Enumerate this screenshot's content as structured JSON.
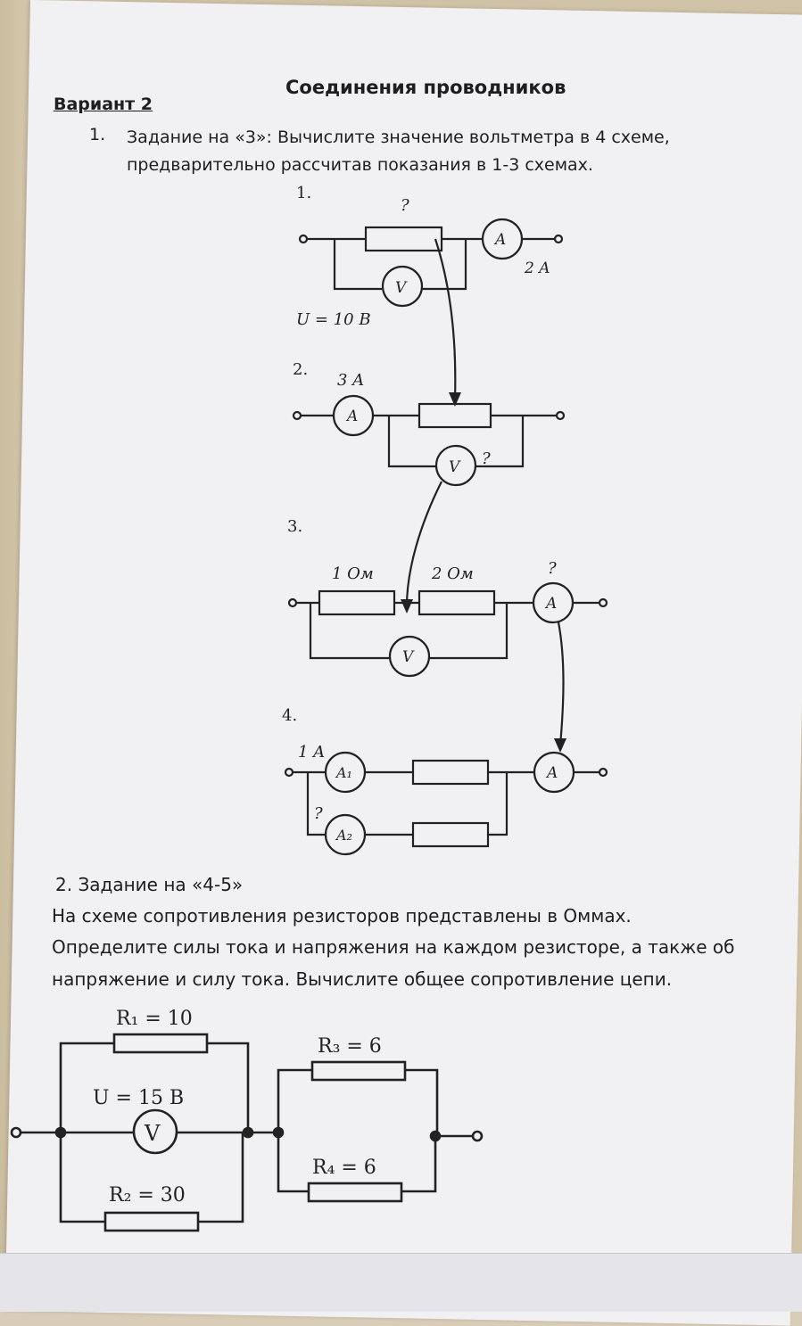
{
  "header": {
    "title": "Соединения проводников",
    "variant": "Вариант 2"
  },
  "task1": {
    "number": "1.",
    "line1": "Задание на «3»: Вычислите значение вольтметра в 4 схеме,",
    "line2": "предварительно рассчитав показания в 1-3 схемах."
  },
  "schemes": {
    "s1": {
      "label": "1.",
      "resistor_value": "?",
      "ammeter": "A",
      "ammeter_reading": "2 A",
      "voltmeter": "V",
      "voltage": "U = 10 B"
    },
    "s2": {
      "label": "2.",
      "ammeter_reading": "3 A",
      "ammeter": "A",
      "voltmeter": "V",
      "voltmeter_value": "?"
    },
    "s3": {
      "label": "3.",
      "r1": "1 Ом",
      "r2": "2 Ом",
      "ammeter_value": "?",
      "ammeter": "A",
      "voltmeter": "V"
    },
    "s4": {
      "label": "4.",
      "current": "1 A",
      "a1": "A₁",
      "a2": "A₂",
      "unknown": "?",
      "ammeter": "A"
    }
  },
  "task2": {
    "heading": "2.  Задание на «4-5»",
    "line1": "На схеме сопротивления резисторов представлены в Оммах.",
    "line2": "Определите силы тока и напряжения на каждом резисторе, а также об",
    "line3": "напряжение и силу тока. Вычислите общее сопротивление цепи.",
    "circuit": {
      "r1": "R₁ = 10",
      "r2": "R₂ = 30",
      "r3": "R₃ = 6",
      "r4": "R₄ = 6",
      "voltage": "U = 15 B",
      "voltmeter": "V"
    }
  }
}
